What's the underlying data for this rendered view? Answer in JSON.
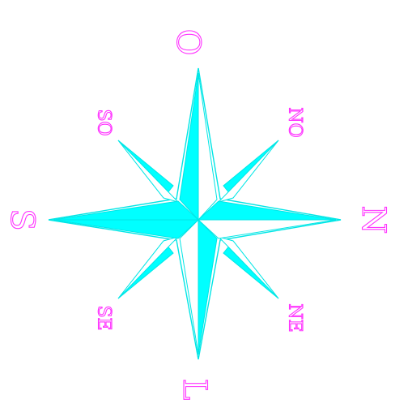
{
  "compass": {
    "colors": {
      "fill": "#00ffff",
      "outline": "#00e6e6",
      "labels": "#ff33ff",
      "background": "#ffffff"
    },
    "labels": {
      "top": "O",
      "bottom": "L",
      "left": "S",
      "right": "N",
      "upper_left": "SO",
      "upper_right": "NO",
      "lower_left": "SE",
      "lower_right": "NE"
    }
  }
}
